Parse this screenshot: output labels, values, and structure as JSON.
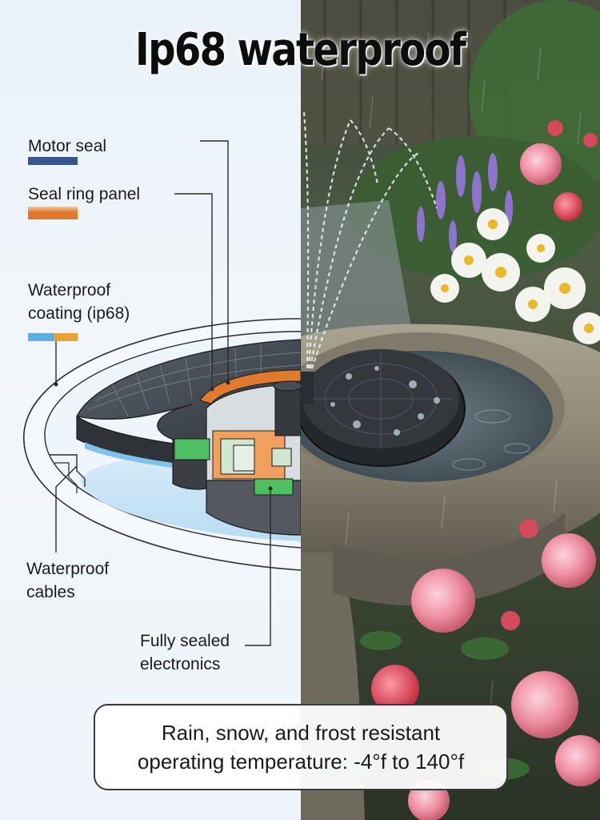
{
  "title": "Ip68 waterproof",
  "labels": {
    "motor_seal": "Motor seal",
    "seal_ring_panel": "Seal ring panel",
    "waterproof_coating_line1": "Waterproof",
    "waterproof_coating_line2": "coating (ip68)",
    "waterproof_cables_line1": "Waterproof",
    "waterproof_cables_line2": "cables",
    "fully_sealed_line1": "Fully sealed",
    "fully_sealed_line2": "electronics"
  },
  "info_box": {
    "line1": "Rain, snow, and frost resistant",
    "line2": "operating temperature: -4°f to 140°f"
  },
  "colors": {
    "motor_seal": "#3b5590",
    "seal_ring": "#e0782c",
    "coating_blue": "#5aaee0",
    "coating_orange": "#e8a233",
    "electronics_green": "#4fbf62",
    "panel_dark": "#3a3d42"
  }
}
